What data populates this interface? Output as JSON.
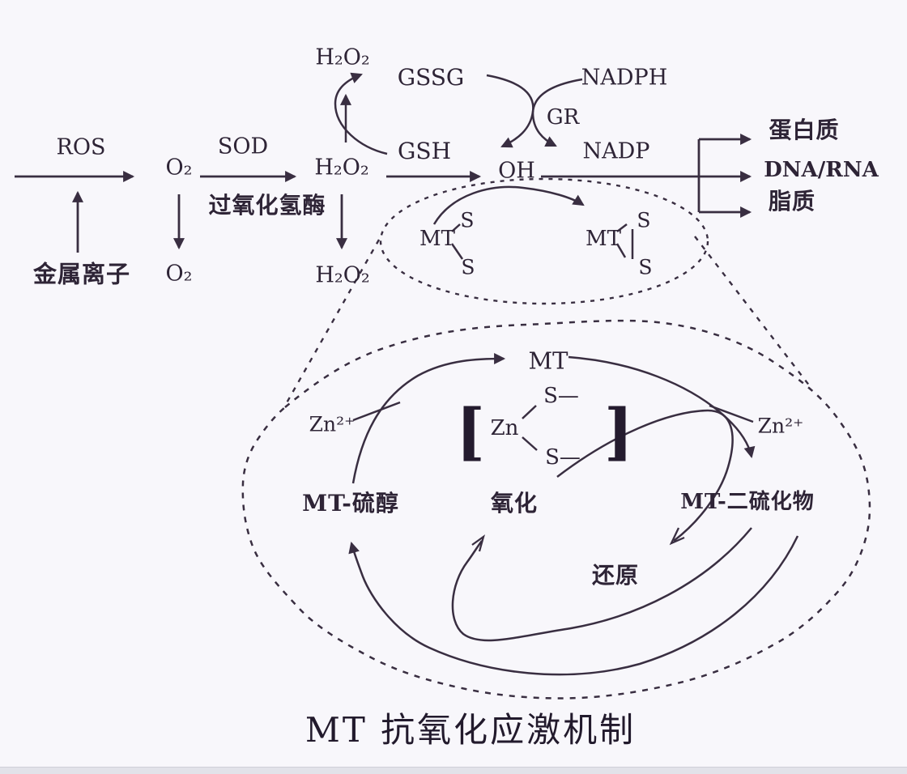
{
  "figure": {
    "caption": "MT  抗氧化应激机制",
    "colors": {
      "ink": "#392e41",
      "text": "#2e2436",
      "background": "#f8f7fb",
      "bottom_strip": "#e2e2e9"
    }
  },
  "pathway": {
    "ros": "ROS",
    "metal_ions": "金属离子",
    "superoxide": "O₂",
    "sod": "SOD",
    "catalase": "过氧化氢酶",
    "oxygen_product": "O₂",
    "hydrogen_peroxide": "H₂O₂",
    "hydrogen_peroxide_product": "H₂O₂",
    "hydroxyl_radical": "OH",
    "targets": {
      "protein": "蛋白质",
      "dna_rna": "DNA/RNA",
      "lipid": "脂质"
    }
  },
  "glutathione_cycle": {
    "h2o2_top": "H₂O₂",
    "gssg": "GSSG",
    "gsh": "GSH",
    "nadph": "NADPH",
    "gr": "GR",
    "nadp": "NADP"
  },
  "mt_inset": {
    "mt_reduced": "MT",
    "s_reduced_top": "S",
    "s_reduced_bottom": "S",
    "mt_oxidized": "MT",
    "s_oxidized_top": "S",
    "s_oxidized_bottom": "S"
  },
  "mt_cycle": {
    "mt": "MT",
    "zn_left": "Zn²⁺",
    "zn_right": "Zn²⁺",
    "bracket_open": "[",
    "zn_complex": "Zn",
    "s_complex_top": "S—",
    "s_complex_bottom": "S—",
    "bracket_close": "]",
    "mt_thiol": "MT-硫醇",
    "oxidation": "氧化",
    "mt_disulfide": "MT-二硫化物",
    "reduction": "还原"
  }
}
